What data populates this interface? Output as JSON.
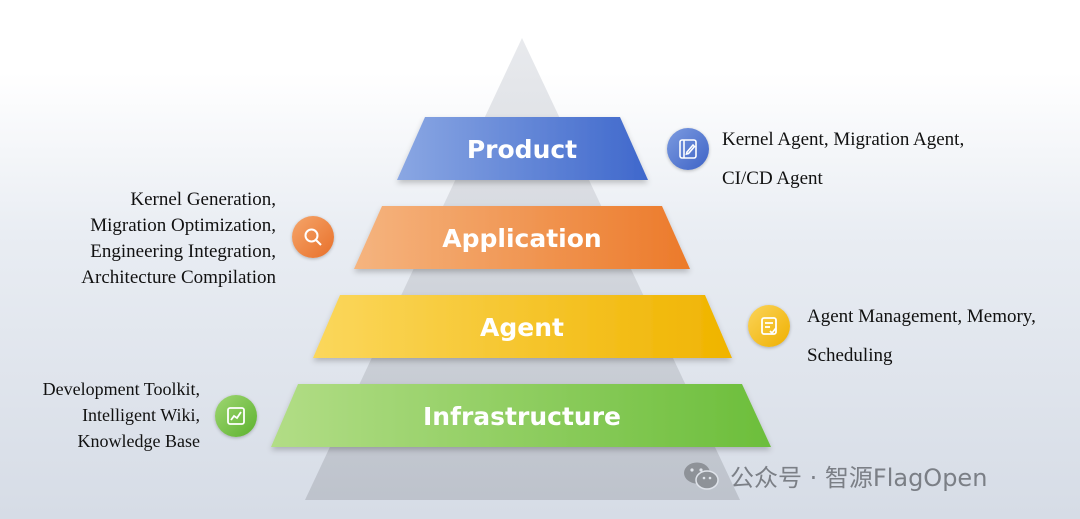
{
  "tiers": [
    {
      "label": "Product",
      "color_light": "#8aa7e3",
      "color_dark": "#3f68cc"
    },
    {
      "label": "Application",
      "color_light": "#f5b47f",
      "color_dark": "#ec7a2a"
    },
    {
      "label": "Agent",
      "color_light": "#fbd75c",
      "color_dark": "#f0b400"
    },
    {
      "label": "Infrastructure",
      "color_light": "#b2dd86",
      "color_dark": "#6cbe3b"
    }
  ],
  "annotations": {
    "product": {
      "text": "Kernel Agent, Migration Agent,\nCI/CD Agent",
      "icon": "notebook-edit-icon"
    },
    "application": {
      "text": "Kernel Generation,\nMigration Optimization,\nEngineering Integration,\nArchitecture Compilation",
      "icon": "search-icon"
    },
    "agent": {
      "text": "Agent Management, Memory,\nScheduling",
      "icon": "checklist-icon"
    },
    "infrastructure": {
      "text": "Development Toolkit,\nIntelligent Wiki,\nKnowledge Base",
      "icon": "chart-line-icon"
    }
  },
  "watermark": {
    "text": "公众号 · 智源FlagOpen",
    "icon": "wechat-icon"
  }
}
